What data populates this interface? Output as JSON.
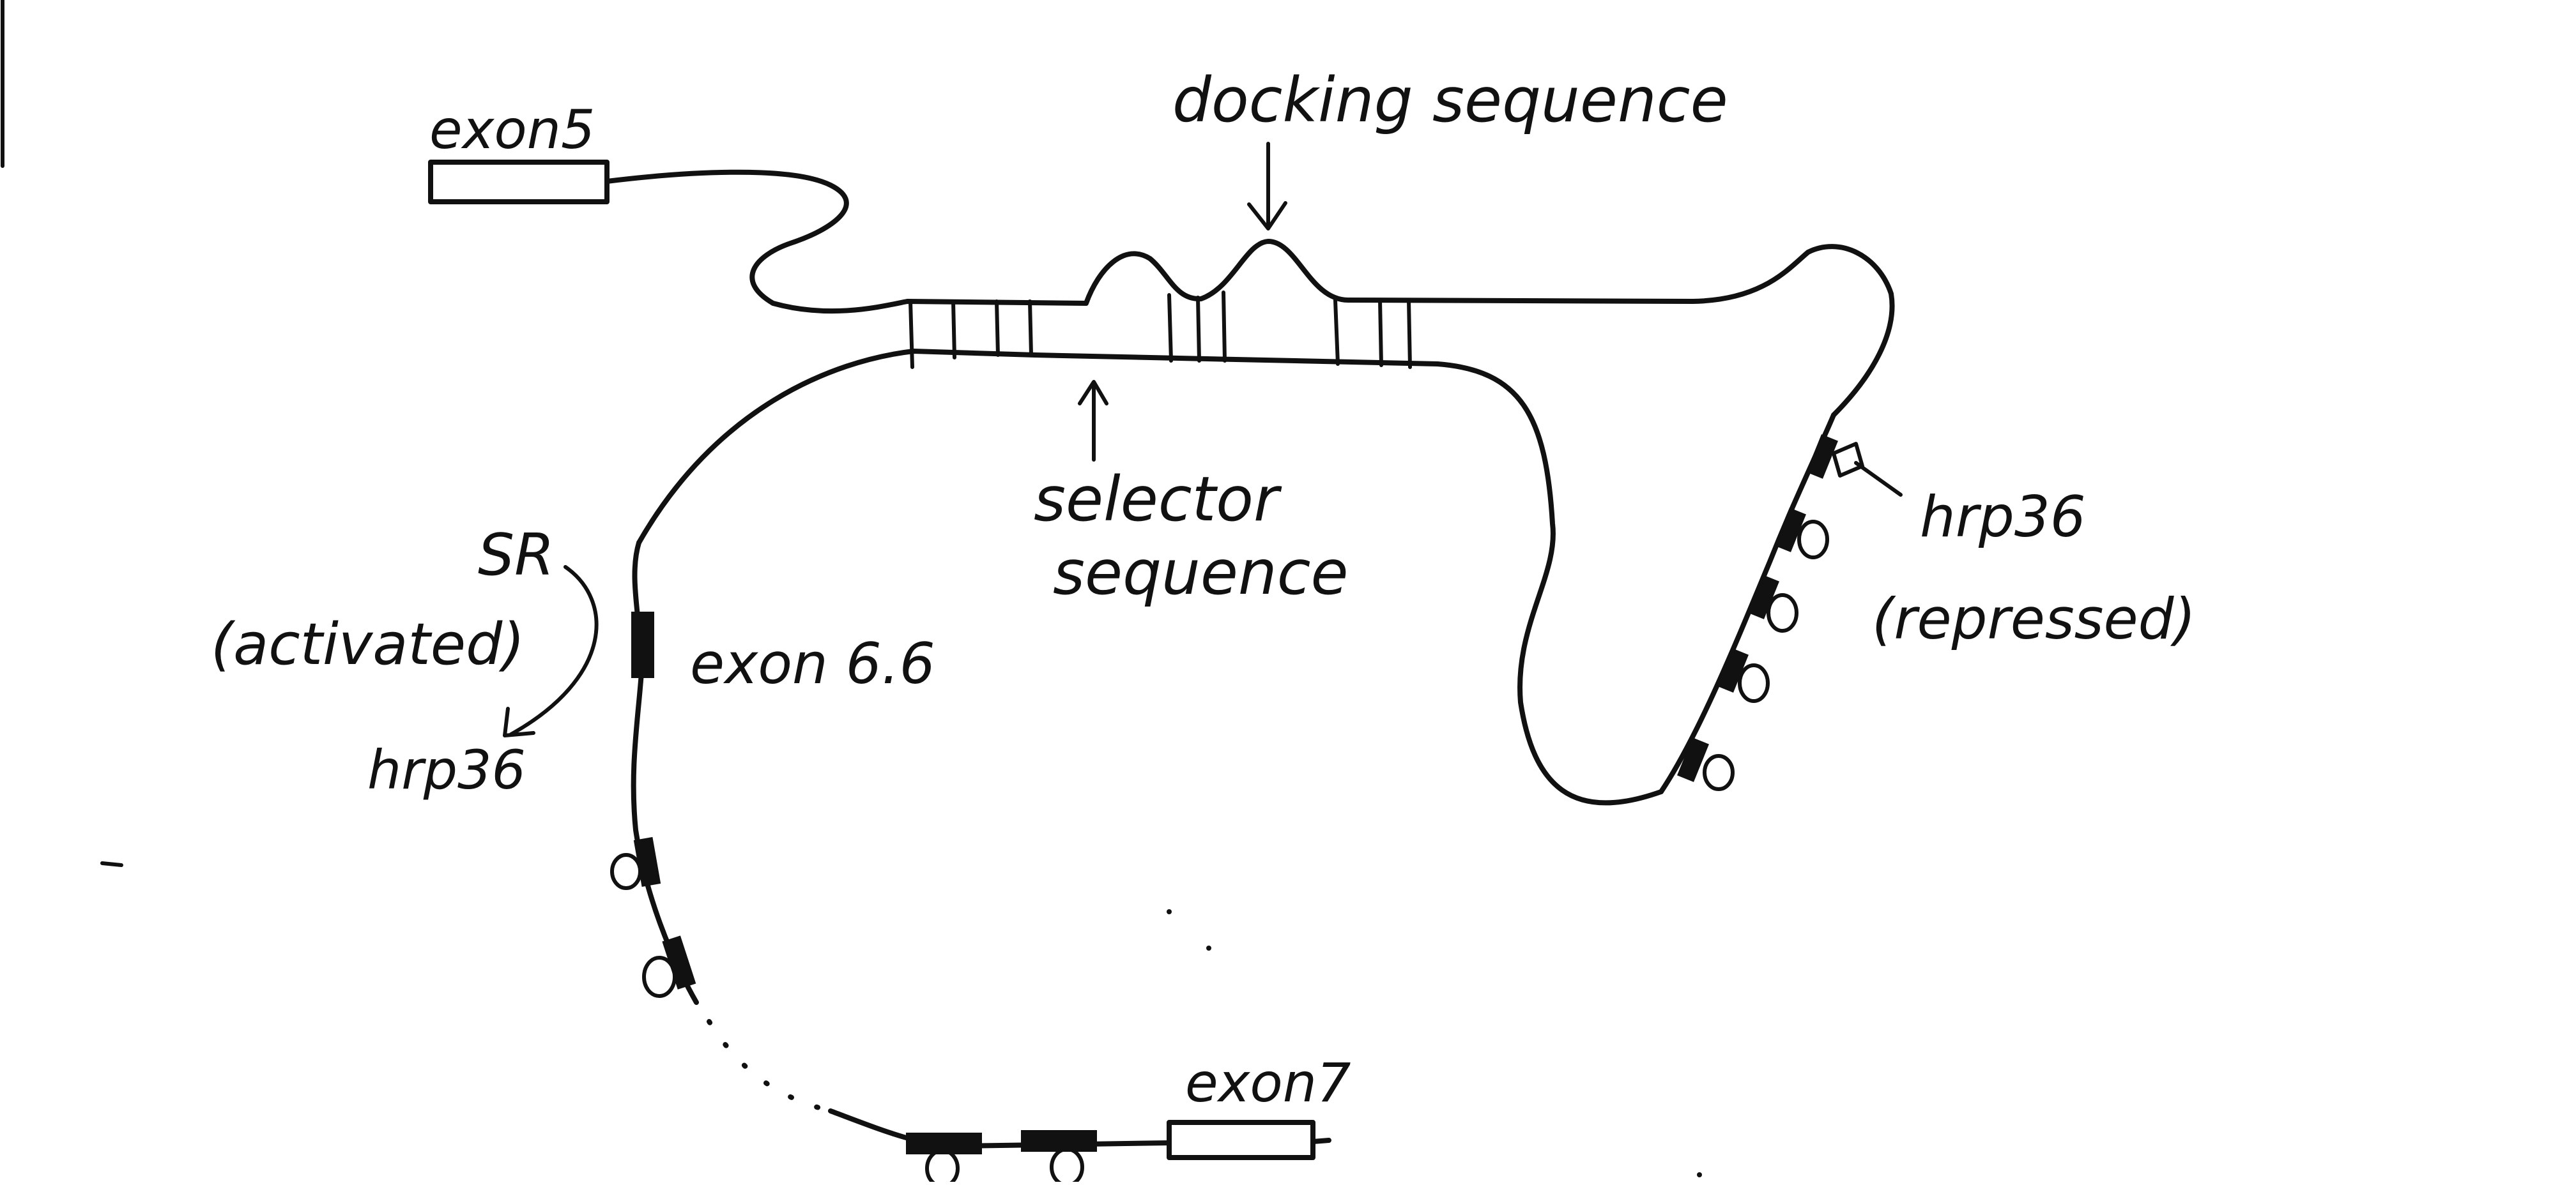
{
  "diagram": {
    "labels": {
      "exon5": "exon5",
      "docking": "docking sequence",
      "selector_line1": "selector",
      "selector_line2": "sequence",
      "sr": "SR",
      "activated": "(activated)",
      "hrp36_left": "hrp36",
      "exon66": "exon 6.6",
      "hrp36_right": "hrp36",
      "repressed": "(repressed)",
      "exon7": "exon7"
    },
    "colors": {
      "ink": "#111111",
      "paper": "#ffffff"
    }
  }
}
